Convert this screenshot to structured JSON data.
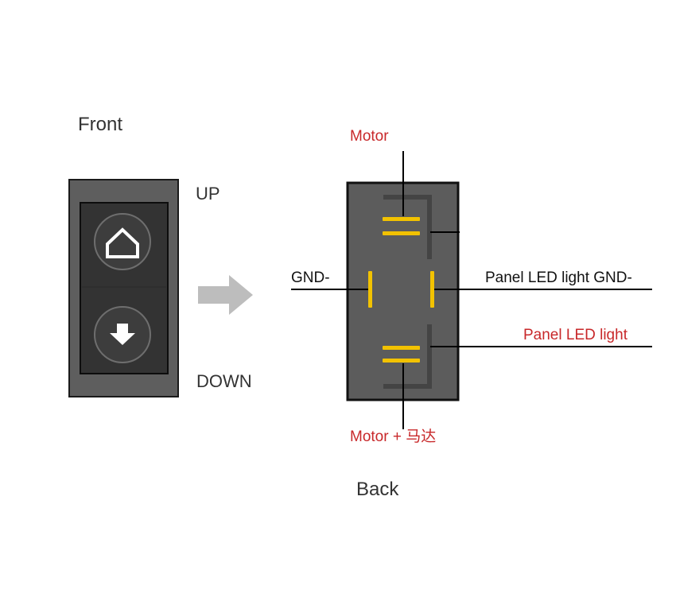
{
  "front": {
    "title": "Front",
    "up_label": "UP",
    "down_label": "DOWN",
    "up_icon": "house-icon",
    "down_icon": "arrow-down-icon"
  },
  "back": {
    "title": "Back",
    "motor_top": "Motor",
    "motor_bottom": "Motor + 马达",
    "gnd": "GND-",
    "panel_led_gnd": "Panel LED light GND-",
    "panel_led": "Panel LED light"
  },
  "colors": {
    "switch_body": "#5a5a5a",
    "switch_face": "#3a3a3a",
    "pin_yellow": "#f2c200",
    "label_red": "#c8282a",
    "arrow_gray": "#bdbdbd"
  }
}
